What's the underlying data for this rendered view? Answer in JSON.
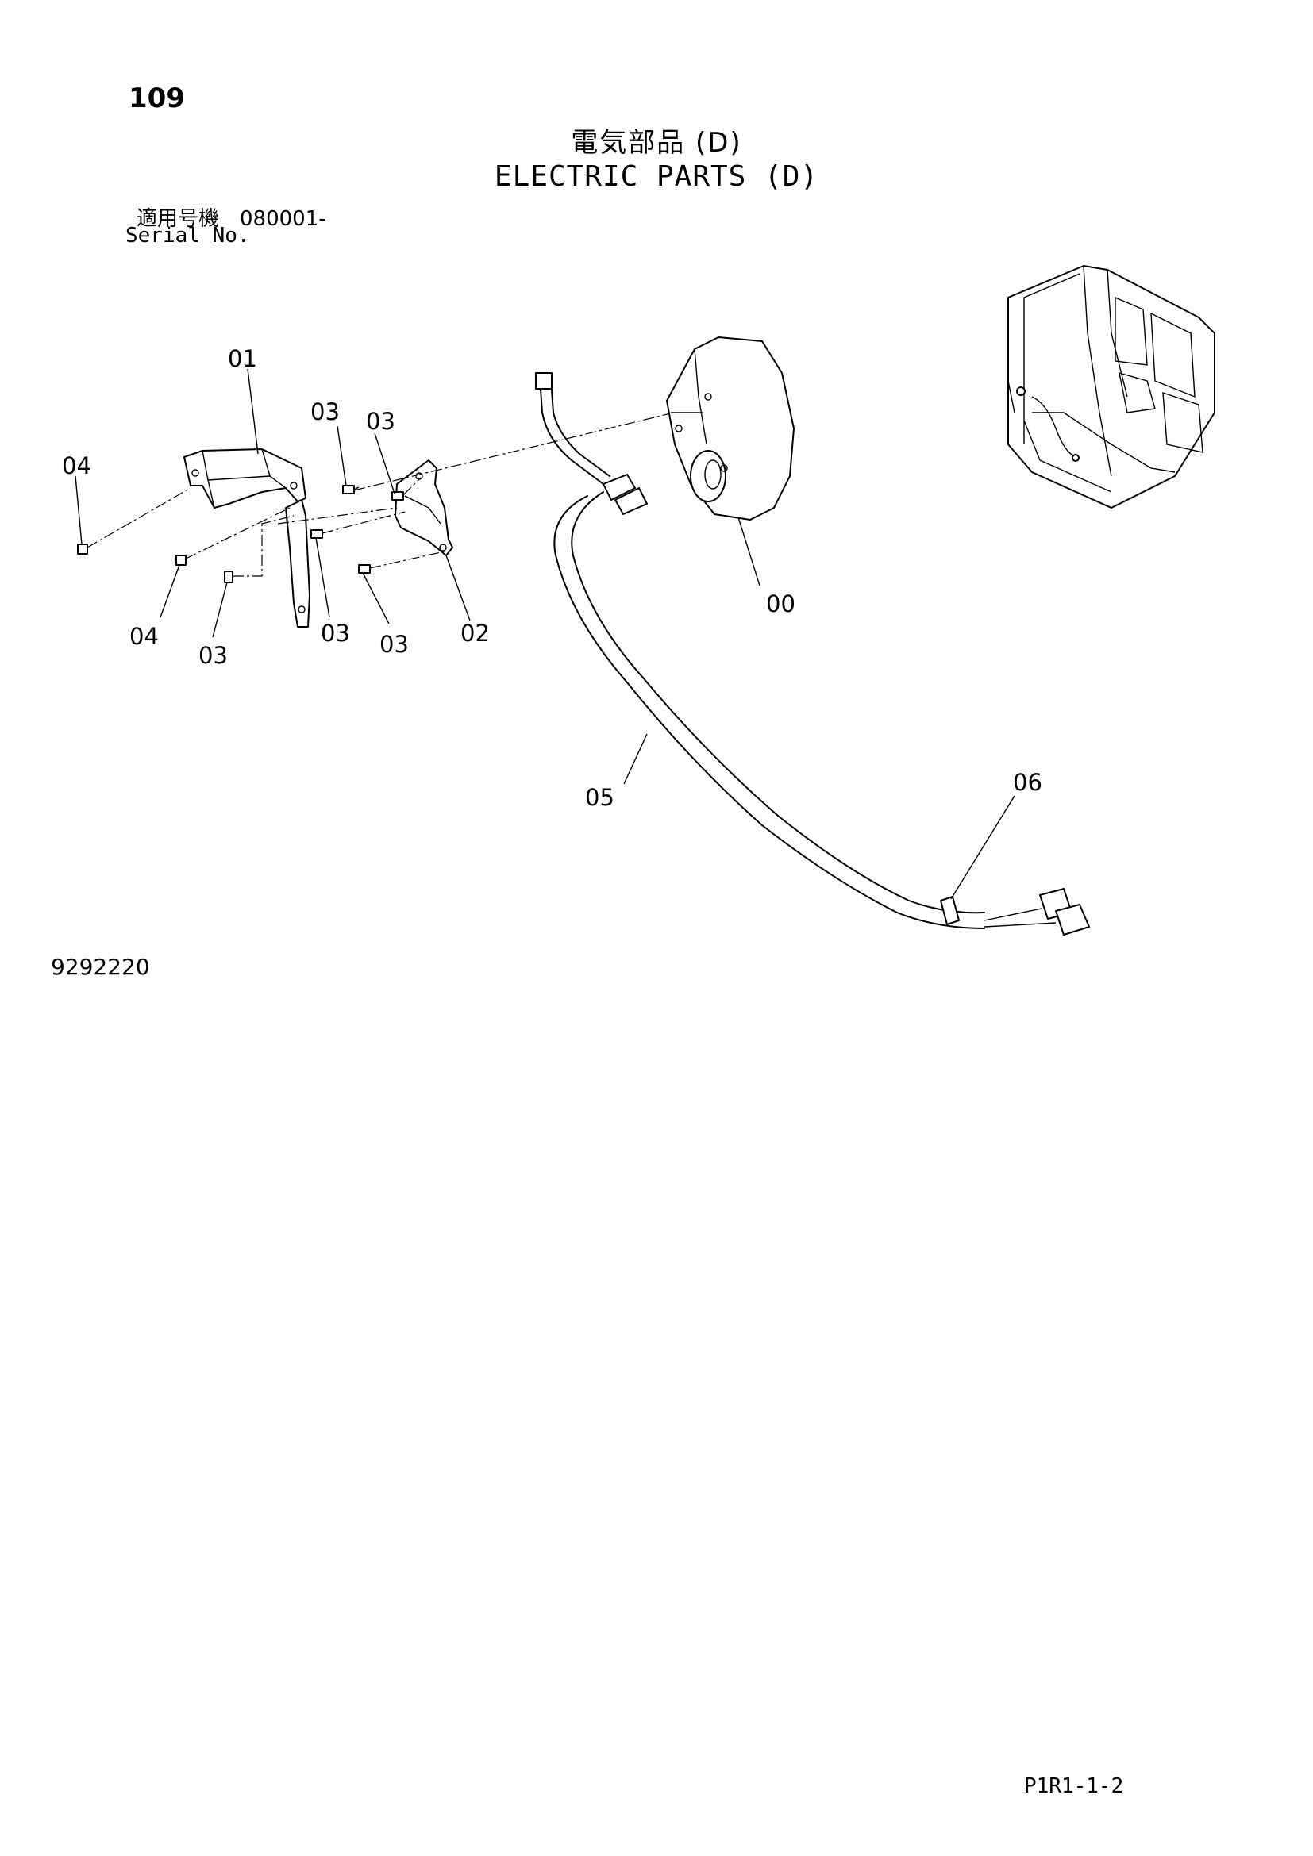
{
  "page": {
    "number": "109",
    "title_ja": "電気部品 (D)",
    "title_en": "ELECTRIC PARTS (D)",
    "serial_ja": "適用号機　080001-",
    "serial_en": "Serial No.",
    "drawing_number": "9292220",
    "page_code": "P1R1-1-2"
  },
  "callouts": {
    "c00": "00",
    "c01": "01",
    "c02": "02",
    "c03a": "03",
    "c03b": "03",
    "c03c": "03",
    "c03d": "03",
    "c03e": "03",
    "c04a": "04",
    "c04b": "04",
    "c05": "05",
    "c06": "06"
  }
}
